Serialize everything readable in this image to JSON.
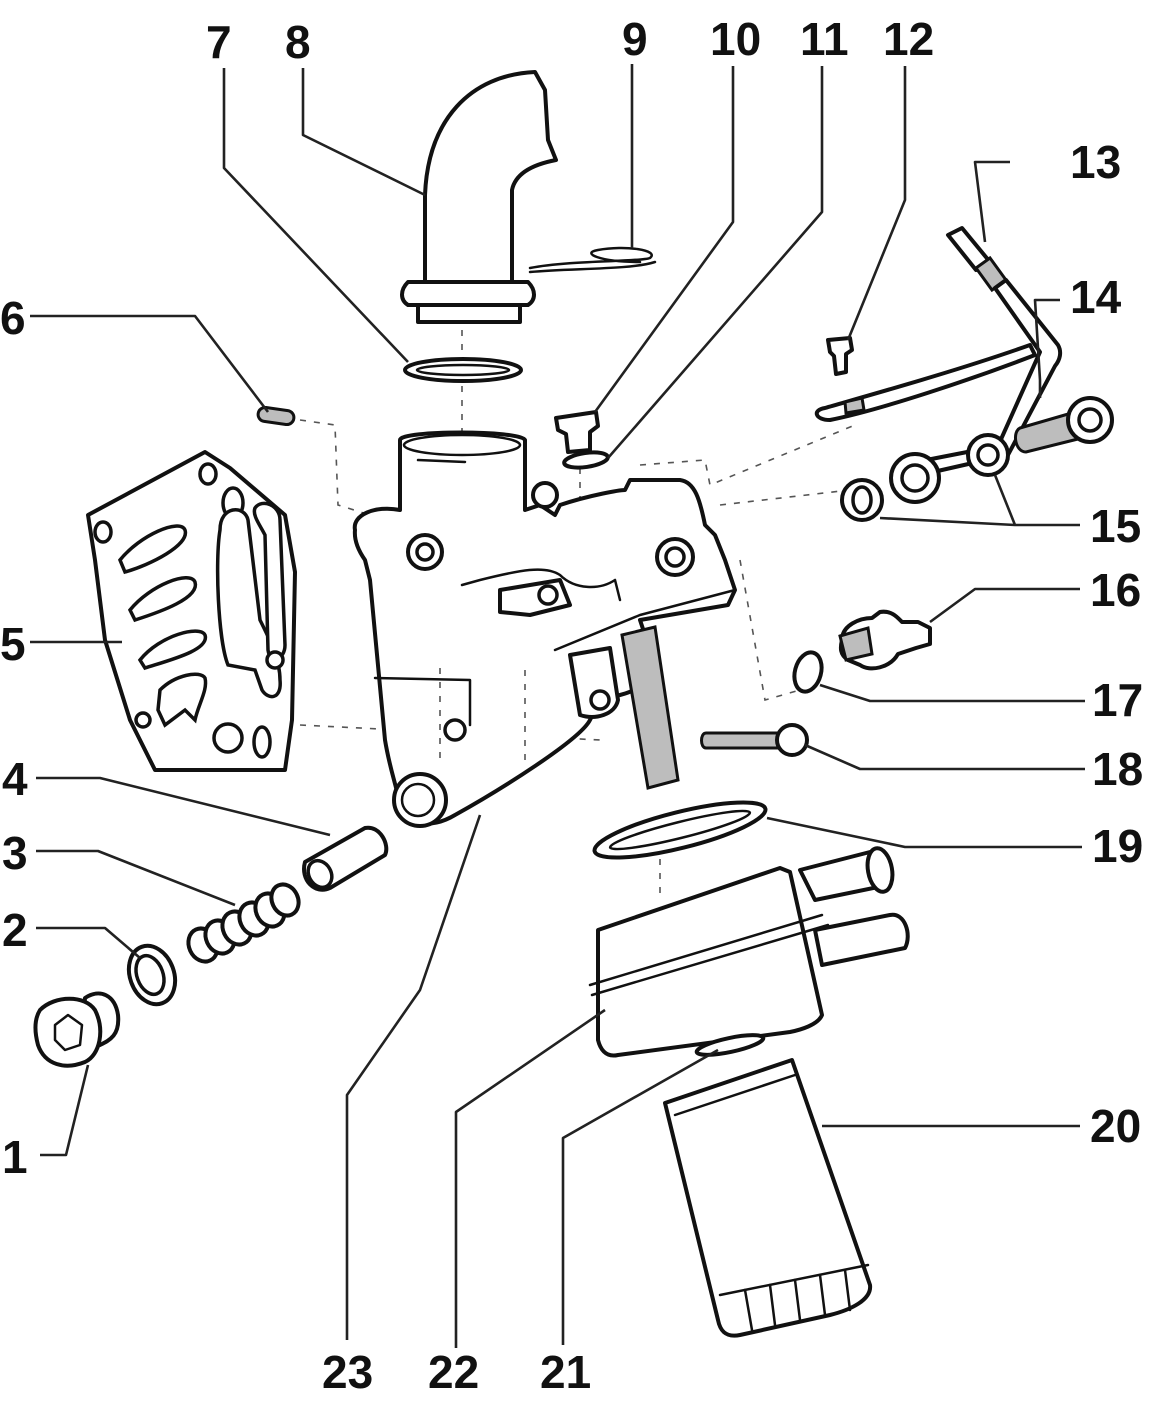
{
  "diagram": {
    "type": "exploded-parts-view",
    "subject": "oil filter housing assembly",
    "callouts": [
      {
        "id": "1",
        "label": "1",
        "part": "plug-bolt"
      },
      {
        "id": "2",
        "label": "2",
        "part": "seal-ring"
      },
      {
        "id": "3",
        "label": "3",
        "part": "spring"
      },
      {
        "id": "4",
        "label": "4",
        "part": "piston"
      },
      {
        "id": "5",
        "label": "5",
        "part": "gasket"
      },
      {
        "id": "6",
        "label": "6",
        "part": "dowel-sleeve"
      },
      {
        "id": "7",
        "label": "7",
        "part": "o-ring"
      },
      {
        "id": "8",
        "label": "8",
        "part": "elbow-pipe"
      },
      {
        "id": "9",
        "label": "9",
        "part": "clip"
      },
      {
        "id": "10",
        "label": "10",
        "part": "plug"
      },
      {
        "id": "11",
        "label": "11",
        "part": "seal"
      },
      {
        "id": "12",
        "label": "12",
        "part": "bolt"
      },
      {
        "id": "13",
        "label": "13",
        "part": "oil-line"
      },
      {
        "id": "14",
        "label": "14",
        "part": "banjo-bolt"
      },
      {
        "id": "15",
        "label": "15",
        "part": "seal-washers"
      },
      {
        "id": "16",
        "label": "16",
        "part": "oil-pressure-switch"
      },
      {
        "id": "17",
        "label": "17",
        "part": "seal-ring"
      },
      {
        "id": "18",
        "label": "18",
        "part": "bolt"
      },
      {
        "id": "19",
        "label": "19",
        "part": "gasket-ring"
      },
      {
        "id": "20",
        "label": "20",
        "part": "oil-filter"
      },
      {
        "id": "21",
        "label": "21",
        "part": "seal-ring"
      },
      {
        "id": "22",
        "label": "22",
        "part": "oil-cooler"
      },
      {
        "id": "23",
        "label": "23",
        "part": "filter-housing"
      }
    ]
  }
}
